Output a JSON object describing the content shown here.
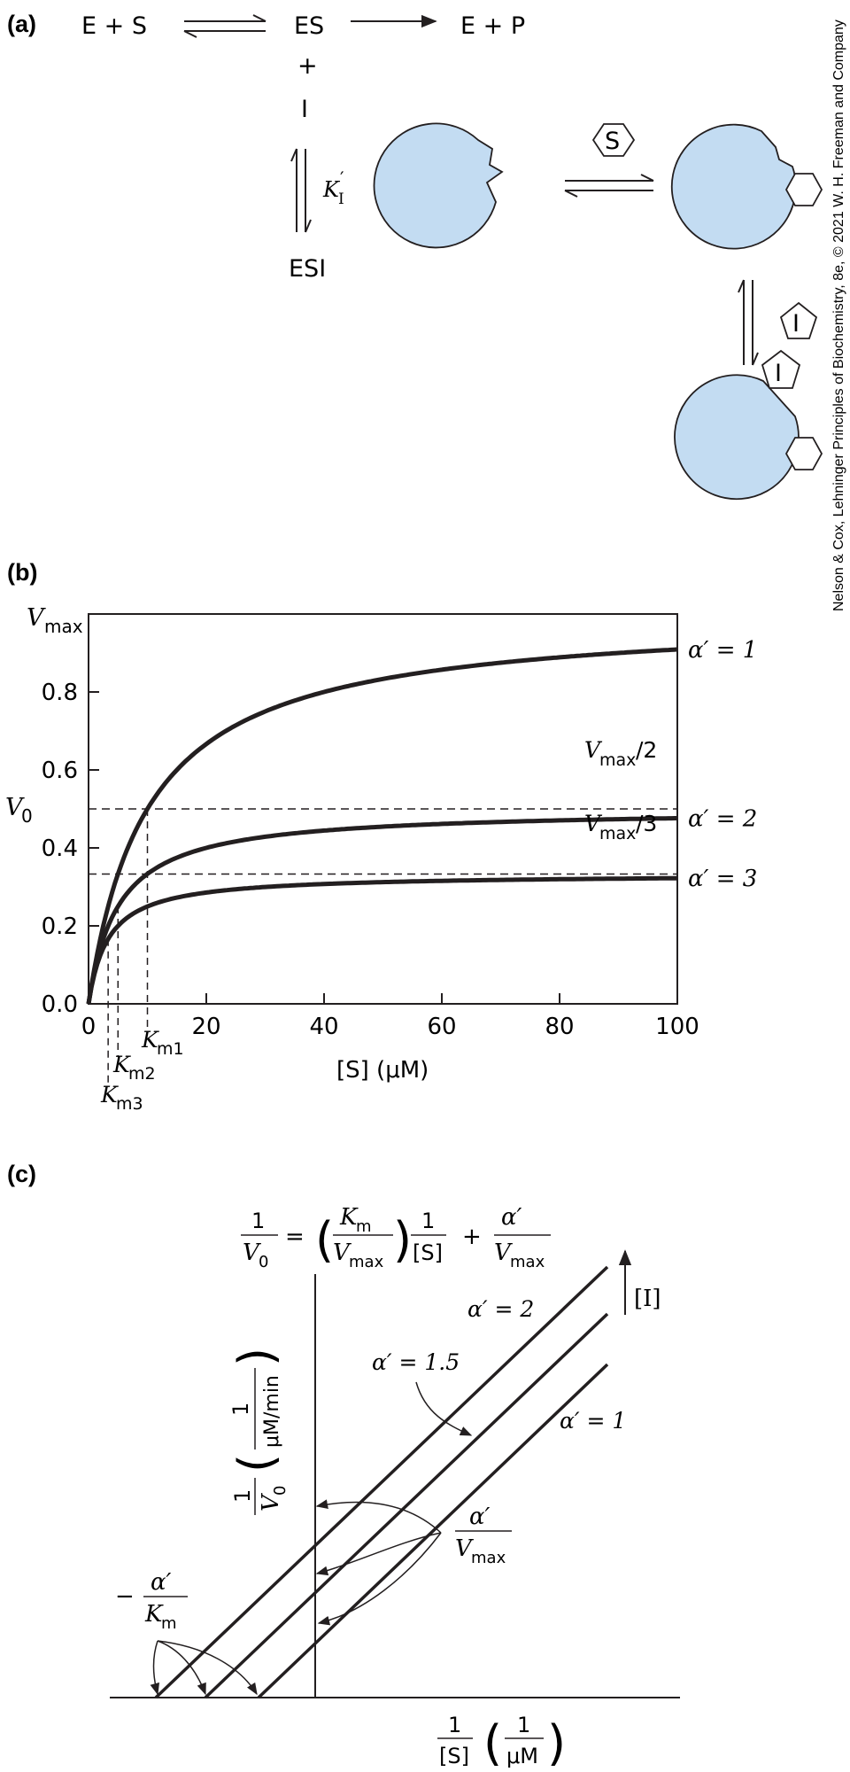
{
  "panel_a": {
    "label": "(a)",
    "eq_E_plus_S": "E + S",
    "eq_ES": "ES",
    "eq_E_plus_P": "E + P",
    "eq_plus": "+",
    "eq_I": "I",
    "eq_ESI": "ESI",
    "k_label": "K",
    "k_sub": "I",
    "k_prime": "′",
    "substrate_symbol": "S",
    "inhibitor_symbol": "I",
    "enzyme_color": "#c3dcf2"
  },
  "panel_b": {
    "label": "(b)",
    "y_top_label": "V",
    "y_top_sub": "max",
    "y_axis_label": "V",
    "y_axis_sub": "0",
    "x_axis_label": "[S] (μM)",
    "vmax2_label": "V",
    "vmax2_sub": "max",
    "vmax2_tail": "/2",
    "vmax3_label": "V",
    "vmax3_sub": "max",
    "vmax3_tail": "/3",
    "km1": "K",
    "km1_sub": "m1",
    "km2": "K",
    "km2_sub": "m2",
    "km3": "K",
    "km3_sub": "m3"
  },
  "panel_c": {
    "label": "(c)",
    "eq_lhs_num": "1",
    "eq_lhs_den": "V",
    "eq_lhs_den_sub": "0",
    "eq_equals": "=",
    "eq_km": "K",
    "eq_km_sub": "m",
    "eq_vmax": "V",
    "eq_vmax_sub": "max",
    "eq_one": "1",
    "eq_S": "[S]",
    "eq_plus": "+",
    "eq_alpha": "α′",
    "y_axis_num": "1",
    "y_axis_den": "V",
    "y_axis_den_sub": "0",
    "y_axis_unit_num": "1",
    "y_axis_unit_den": "μM/min",
    "x_axis_num": "1",
    "x_axis_den": "[S]",
    "x_axis_unit_num": "1",
    "x_axis_unit_den": "μM",
    "intercept_alpha": "α′",
    "intercept_vmax": "V",
    "intercept_vmax_sub": "max",
    "xint_minus": "−",
    "xint_alpha": "α′",
    "xint_km": "K",
    "xint_km_sub": "m",
    "line_labels": [
      "α′ = 2",
      "α′ = 1.5",
      "α′ = 1"
    ],
    "arrow_label": "[I]"
  },
  "credit": "Nelson & Cox, Lehninger Principles of Biochemistry, 8e, © 2021 W. H. Freeman and Company",
  "chart_data": {
    "type": "line",
    "x": {
      "label": "[S] (μM)",
      "lim": [
        0,
        100
      ],
      "ticks": [
        0,
        20,
        40,
        60,
        80,
        100
      ]
    },
    "y": {
      "label": "V0",
      "lim": [
        0,
        1.0
      ],
      "ticks": [
        0.0,
        0.2,
        0.4,
        0.6,
        0.8
      ],
      "top_label": "Vmax"
    },
    "km": 10,
    "series": [
      {
        "name": "α′ = 1",
        "alpha": 1,
        "vmax_apparent": 1.0,
        "km_apparent": 10
      },
      {
        "name": "α′ = 2",
        "alpha": 2,
        "vmax_apparent": 0.5,
        "km_apparent": 5
      },
      {
        "name": "α′ = 3",
        "alpha": 3,
        "vmax_apparent": 0.333,
        "km_apparent": 3.33
      }
    ],
    "reference_lines": [
      {
        "label": "Vmax/2",
        "y": 0.5
      },
      {
        "label": "Vmax/3",
        "y": 0.333
      }
    ],
    "grid": false,
    "legend": "right-end labels"
  }
}
